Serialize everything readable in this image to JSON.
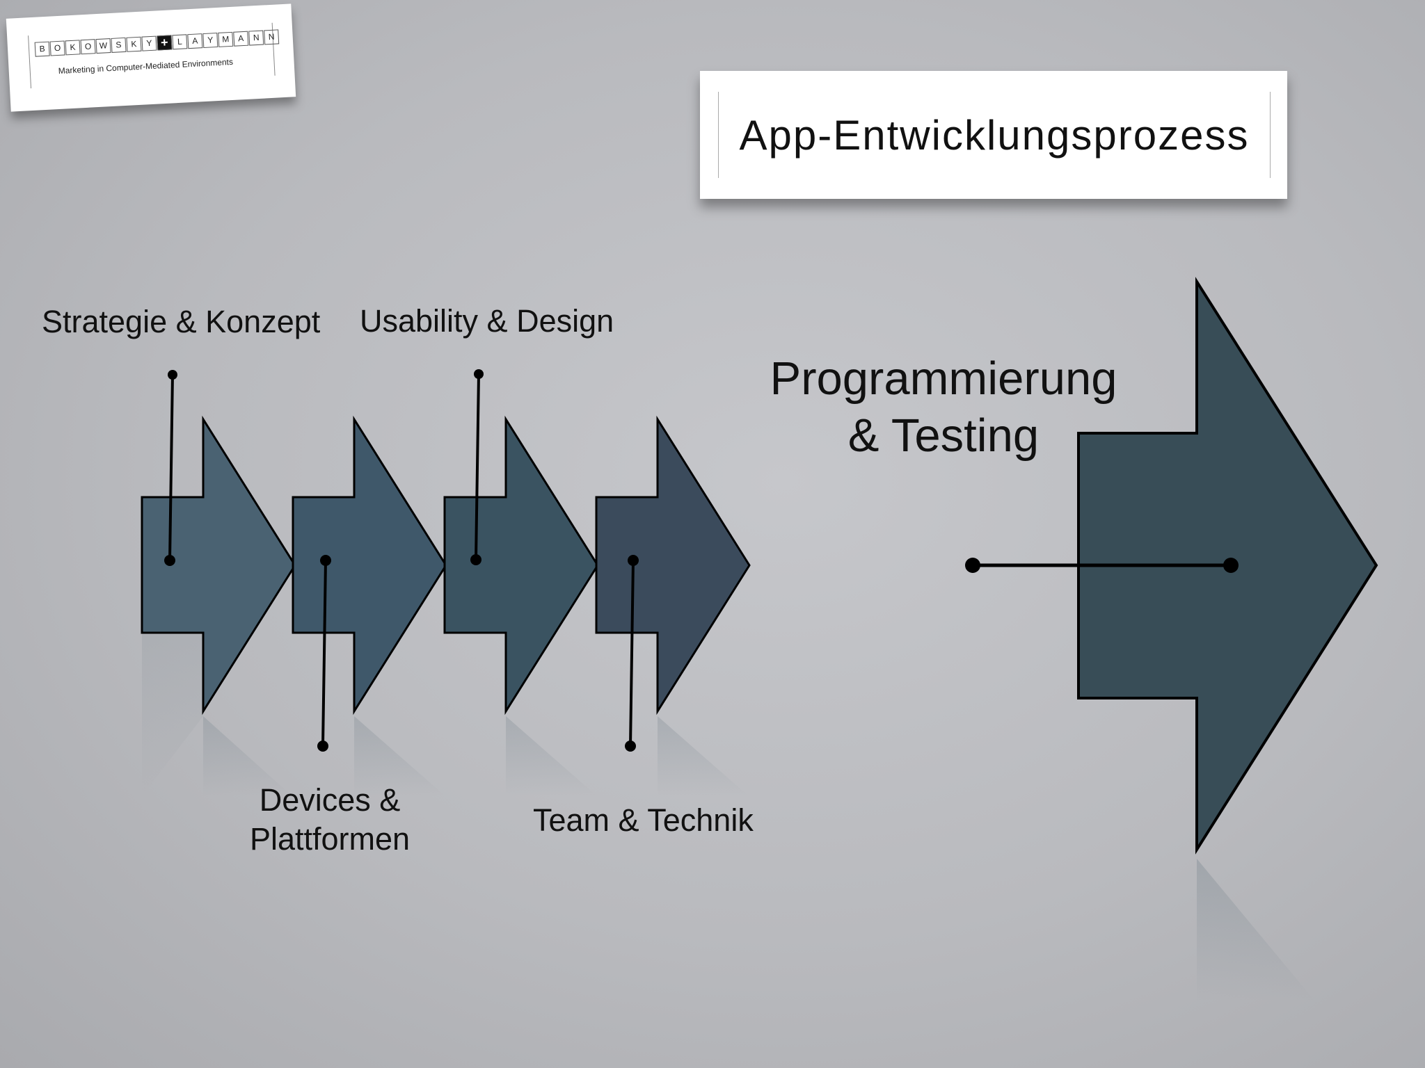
{
  "logo": {
    "letters": [
      "B",
      "O",
      "K",
      "O",
      "W",
      "S",
      "K",
      "Y",
      "+",
      "L",
      "A",
      "Y",
      "M",
      "A",
      "N",
      "N"
    ],
    "tagline": "Marketing in Computer-Mediated Environments"
  },
  "title": "App-Entwicklungsprozess",
  "steps": [
    {
      "label": "Strategie & Konzept"
    },
    {
      "label_line1": "Devices &",
      "label_line2": "Plattformen"
    },
    {
      "label": "Usability & Design"
    },
    {
      "label": "Team & Technik"
    },
    {
      "label_line1": "Programmierung",
      "label_line2": "& Testing"
    }
  ],
  "colors": {
    "arrow_1": "#4a6272",
    "arrow_2": "#3f586a",
    "arrow_3": "#3a5361",
    "arrow_4": "#3b4b5c",
    "arrow_5": "#384d57",
    "connector": "#000000"
  }
}
